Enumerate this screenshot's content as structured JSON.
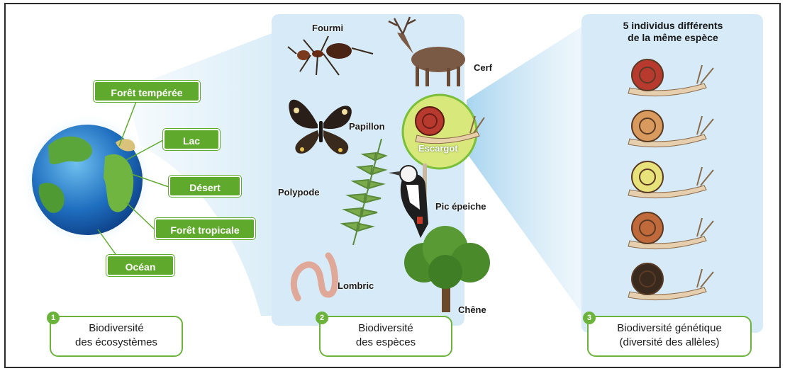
{
  "ecosystems": {
    "number": "1",
    "title_line1": "Biodiversité",
    "title_line2": "des écosystèmes",
    "tags": [
      "Forêt tempérée",
      "Lac",
      "Désert",
      "Forêt tropicale",
      "Océan"
    ]
  },
  "species": {
    "number": "2",
    "title_line1": "Biodiversité",
    "title_line2": "des espèces",
    "items": {
      "ant": "Fourmi",
      "deer": "Cerf",
      "butterfly": "Papillon",
      "snail": "Escargot",
      "fern": "Polypode",
      "woodpecker": "Pic épeiche",
      "worm": "Lombric",
      "oak": "Chêne"
    }
  },
  "genetic": {
    "number": "3",
    "header_line1": "5 individus différents",
    "header_line2": "de la même espèce",
    "title_line1": "Biodiversité génétique",
    "title_line2": "(diversité des allèles)",
    "snail_colors": [
      "#b83a2e",
      "#d99a5e",
      "#e8e27a",
      "#c06a3c",
      "#3a2a1e"
    ]
  },
  "colors": {
    "accent_green": "#6bb33a",
    "panel_blue": "#d6ebf7"
  }
}
